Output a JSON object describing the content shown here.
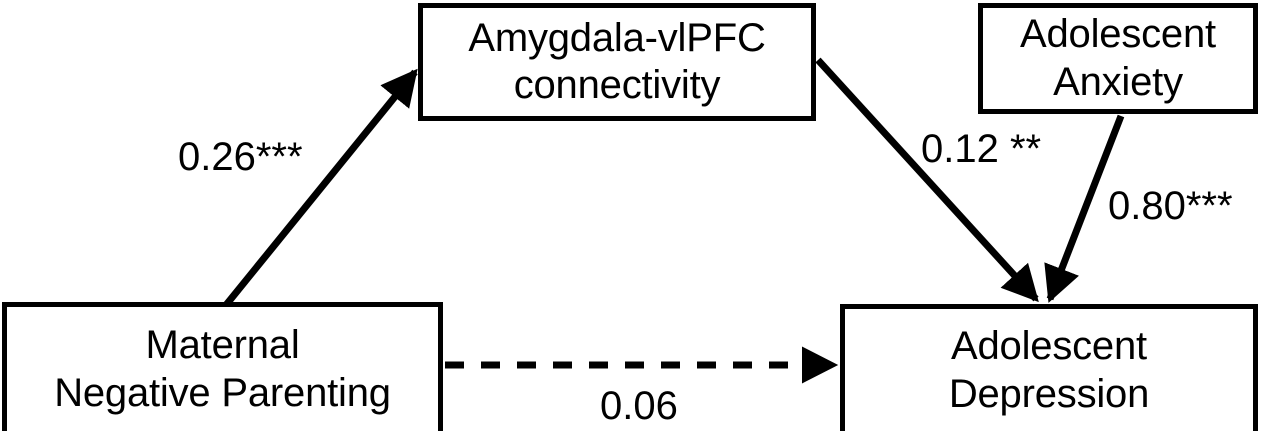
{
  "figure": {
    "type": "path-diagram",
    "title": "",
    "background_color": "#ffffff",
    "stroke_color": "#000000"
  },
  "nodes": [
    {
      "id": "amygdala",
      "label": "Amygdala-vlPFC\nconnectivity",
      "role": "mediator"
    },
    {
      "id": "anxiety",
      "label": "Adolescent\nAnxiety",
      "role": "covariate"
    },
    {
      "id": "parenting",
      "label": "Maternal\nNegative Parenting",
      "role": "predictor"
    },
    {
      "id": "depression",
      "label": "Adolescent\nDepression",
      "role": "outcome"
    }
  ],
  "edges": [
    {
      "id": "a-path",
      "from": "parenting",
      "to": "amygdala",
      "coefficient": "0.26***",
      "style": "solid",
      "significant": true
    },
    {
      "id": "b-path",
      "from": "amygdala",
      "to": "depression",
      "coefficient": "0.12 **",
      "style": "solid",
      "significant": true
    },
    {
      "id": "anxiety-path",
      "from": "anxiety",
      "to": "depression",
      "coefficient": "0.80***",
      "style": "solid",
      "significant": true
    },
    {
      "id": "direct-path",
      "from": "parenting",
      "to": "depression",
      "coefficient": "0.06",
      "style": "dashed",
      "significant": false
    }
  ]
}
